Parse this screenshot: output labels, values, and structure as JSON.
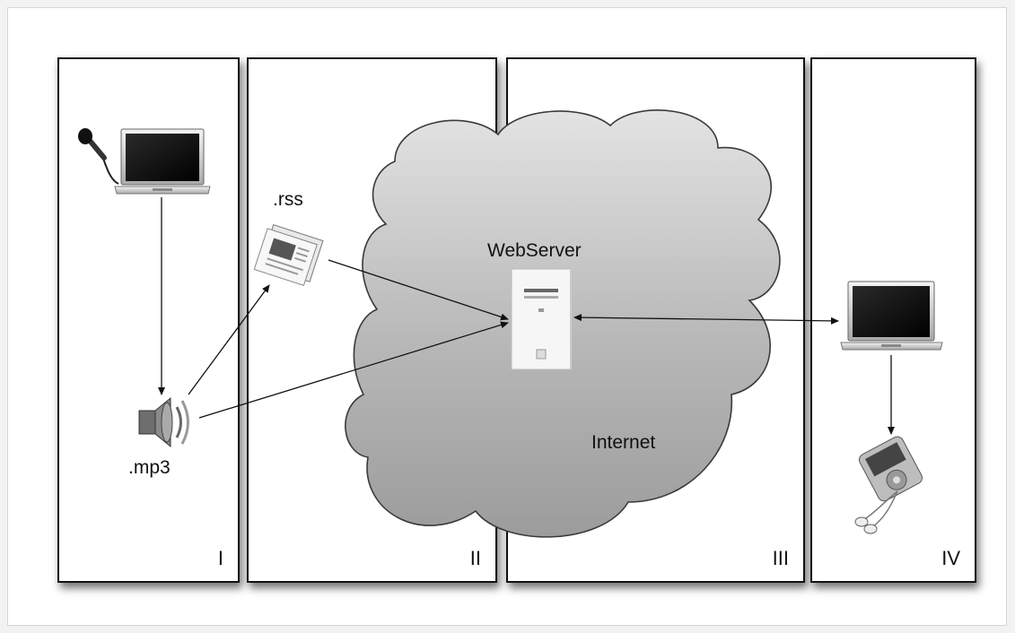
{
  "panels": [
    {
      "id": "I",
      "numeral": "I"
    },
    {
      "id": "II",
      "numeral": "II"
    },
    {
      "id": "III",
      "numeral": "III"
    },
    {
      "id": "IV",
      "numeral": "IV"
    }
  ],
  "labels": {
    "rss": ".rss",
    "mp3": ".mp3",
    "webserver": "WebServer",
    "internet": "Internet"
  },
  "icons": {
    "microphone": "microphone-icon",
    "laptop_source": "laptop-icon",
    "speaker": "speaker-icon",
    "newspaper": "newspaper-icon",
    "server": "server-tower-icon",
    "laptop_client": "laptop-icon",
    "mp3_player": "mp3-player-icon",
    "earbuds": "earbuds-icon"
  },
  "colors": {
    "panel_border": "#111111",
    "cloud_fill": "#b9b9b9",
    "arrow": "#111111"
  }
}
